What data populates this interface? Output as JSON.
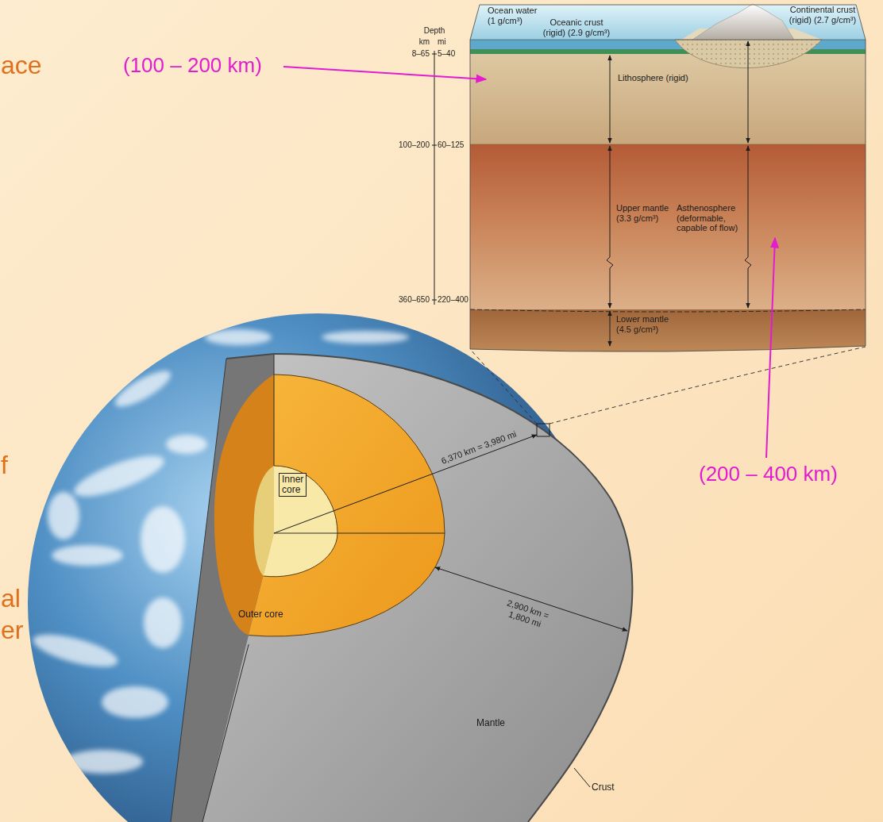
{
  "diagram": {
    "nodes": [
      {
        "text": [
          "Lithosphere (rigid)"
        ]
      },
      {
        "text": [
          "Upper mantle (3.3 g/cm³)",
          "Asthenosphere (deformable, capable of flow)"
        ]
      },
      {
        "text": [
          "Lower mantle (4.5 g/cm³)"
        ]
      },
      {
        "text": [
          "Mantle"
        ]
      },
      {
        "text": [
          "Outer core"
        ],
        "in": 3
      },
      {
        "text": [
          "Inner core"
        ],
        "in": 4
      }
    ],
    "labels": [
      "ace",
      "(100 – 200 km)",
      "Ocean water (1 g/cm³)",
      "Continental crust (rigid) (2.7 g/cm³)",
      "Oceanic crust (rigid) (2.9 g/cm³)",
      "Depth",
      "km",
      "mi",
      "8–65",
      "5–40",
      "100–200",
      "60–125",
      "360–650",
      "220–400",
      "f",
      "6,370 km = 3,980 mi",
      "(200 – 400 km)",
      "al",
      "2,900 km = 1,800 mi",
      "er",
      "Crust"
    ]
  }
}
